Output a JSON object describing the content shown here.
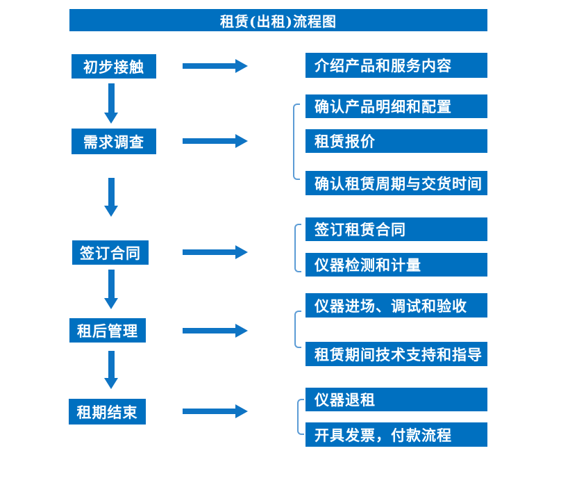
{
  "title": "租赁(出租)流程图",
  "colors": {
    "box_blue": "#0070c0",
    "arrow_blue": "#0e74c4",
    "bracket_blue": "#5b9bd5",
    "text_white": "#ffffff",
    "background": "#ffffff"
  },
  "steps": [
    {
      "label": "初步接触",
      "details": [
        "介绍产品和服务内容"
      ]
    },
    {
      "label": "需求调查",
      "details": [
        "确认产品明细和配置",
        "租赁报价",
        "确认租赁周期与交货时间"
      ]
    },
    {
      "label": "签订合同",
      "details": [
        "签订租赁合同",
        "仪器检测和计量"
      ]
    },
    {
      "label": "租后管理",
      "details": [
        "仪器进场、调试和验收",
        "租赁期间技术支持和指导"
      ]
    },
    {
      "label": "租期结束",
      "details": [
        "仪器退租",
        "开具发票，付款流程"
      ]
    }
  ]
}
